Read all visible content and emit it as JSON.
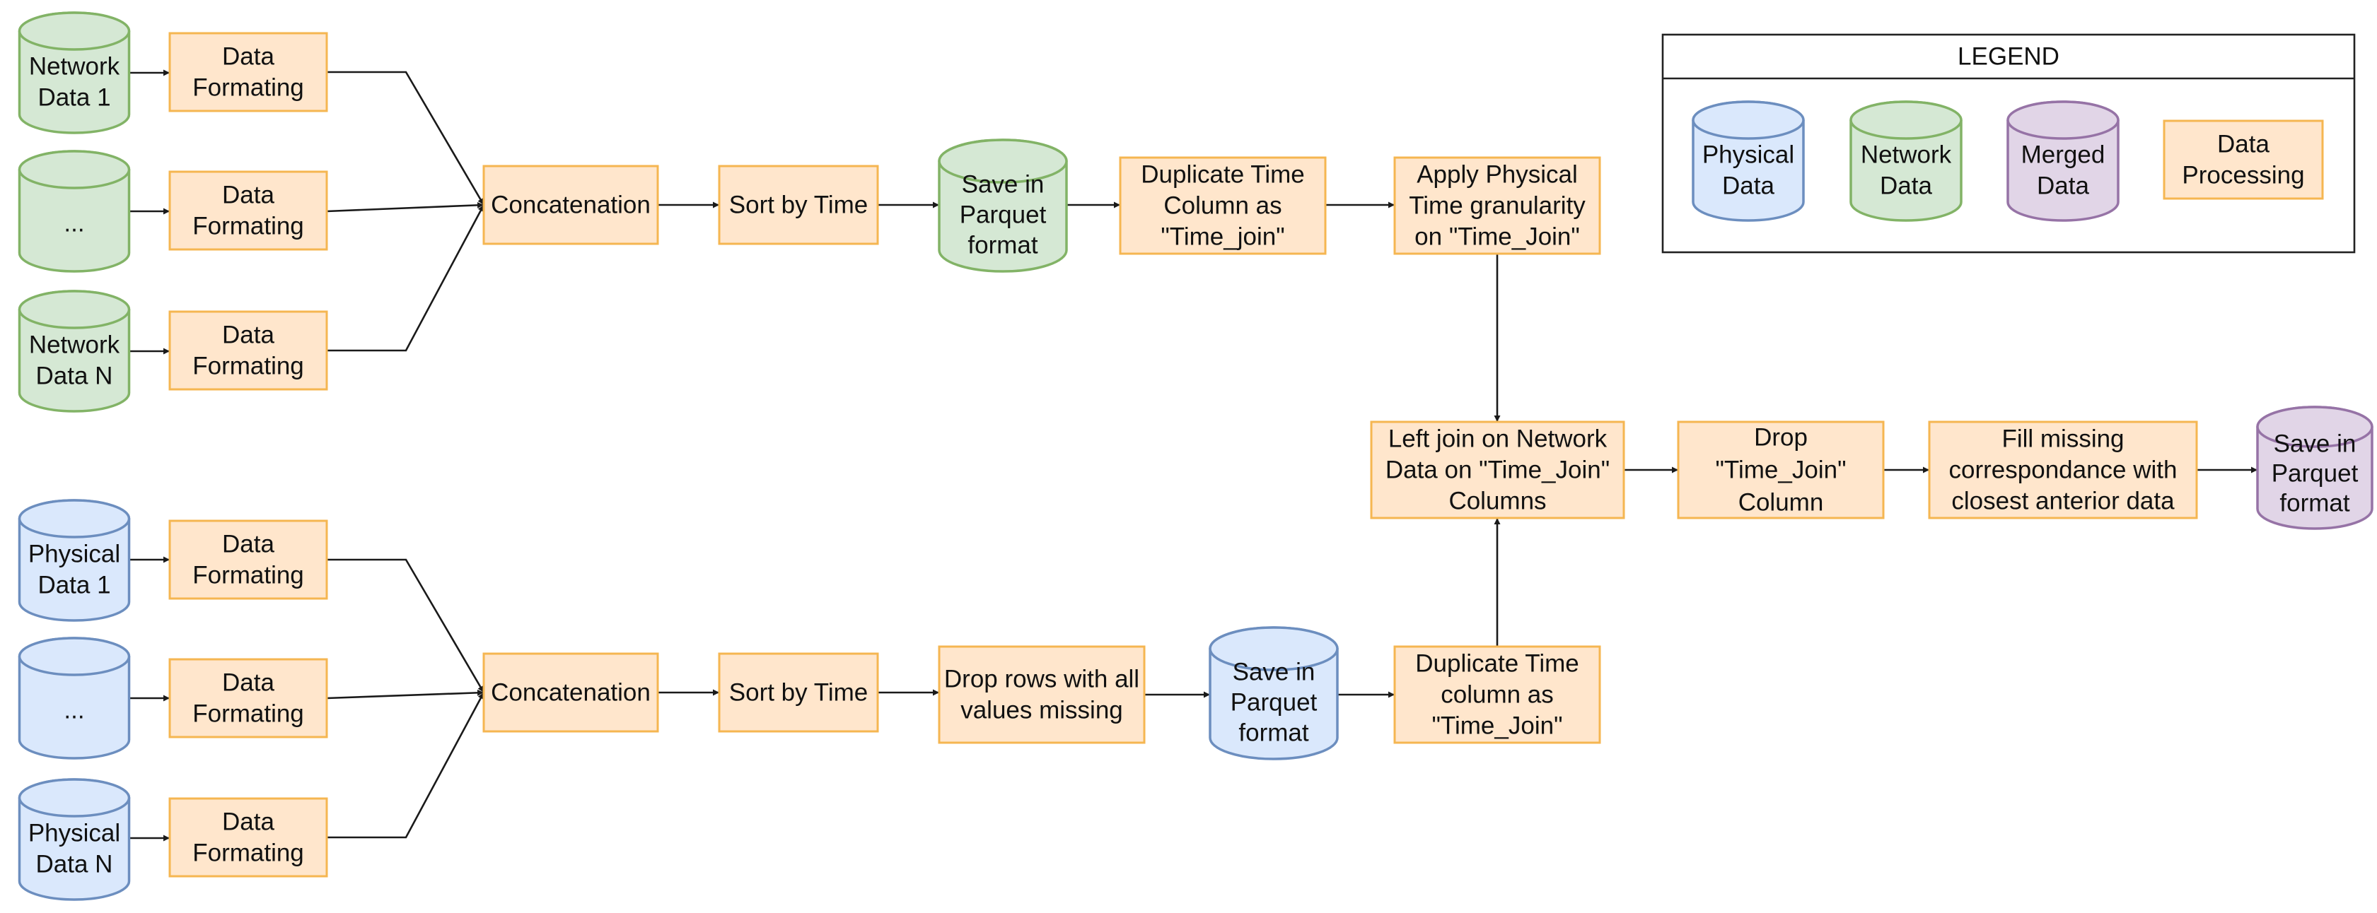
{
  "colors": {
    "process_fill": "#ffe6cc",
    "process_stroke": "#f5b651",
    "network_fill": "#d5e8d4",
    "network_stroke": "#82b366",
    "physical_fill": "#dae8fc",
    "physical_stroke": "#6c8ebf",
    "merged_fill": "#e1d5e7",
    "merged_stroke": "#9673a6"
  },
  "network": {
    "data1": [
      "Network",
      "Data 1"
    ],
    "dataMid": [
      "..."
    ],
    "dataN": [
      "Network",
      "Data N"
    ],
    "format1": [
      "Data",
      "Formating"
    ],
    "format2": [
      "Data",
      "Formating"
    ],
    "format3": [
      "Data",
      "Formating"
    ],
    "concat": [
      "Concatenation"
    ],
    "sort": [
      "Sort by Time"
    ],
    "save": [
      "Save in",
      "Parquet",
      "format"
    ],
    "dup": [
      "Duplicate Time",
      "Column as",
      "\"Time_join\""
    ],
    "gran": [
      "Apply Physical",
      "Time granularity",
      "on \"Time_Join\""
    ]
  },
  "physical": {
    "data1": [
      "Physical",
      "Data 1"
    ],
    "dataMid": [
      "..."
    ],
    "dataN": [
      "Physical",
      "Data N"
    ],
    "format1": [
      "Data",
      "Formating"
    ],
    "format2": [
      "Data",
      "Formating"
    ],
    "format3": [
      "Data",
      "Formating"
    ],
    "concat": [
      "Concatenation"
    ],
    "sort": [
      "Sort by Time"
    ],
    "drop": [
      "Drop rows with all",
      "values missing"
    ],
    "save": [
      "Save in",
      "Parquet",
      "format"
    ],
    "dup": [
      "Duplicate Time",
      "column as",
      "\"Time_Join\""
    ]
  },
  "merge": {
    "join": [
      "Left join on Network",
      "Data on \"Time_Join\"",
      "Columns"
    ],
    "dropcol": [
      "Drop",
      "\"Time_Join\"",
      "Column"
    ],
    "fill": [
      "Fill missing",
      "correspondance with",
      "closest anterior data"
    ],
    "save": [
      "Save in",
      "Parquet",
      "format"
    ]
  },
  "legend": {
    "title": "LEGEND",
    "physical": [
      "Physical",
      "Data"
    ],
    "network": [
      "Network",
      "Data"
    ],
    "merged": [
      "Merged",
      "Data"
    ],
    "processing": [
      "Data",
      "Processing"
    ]
  }
}
